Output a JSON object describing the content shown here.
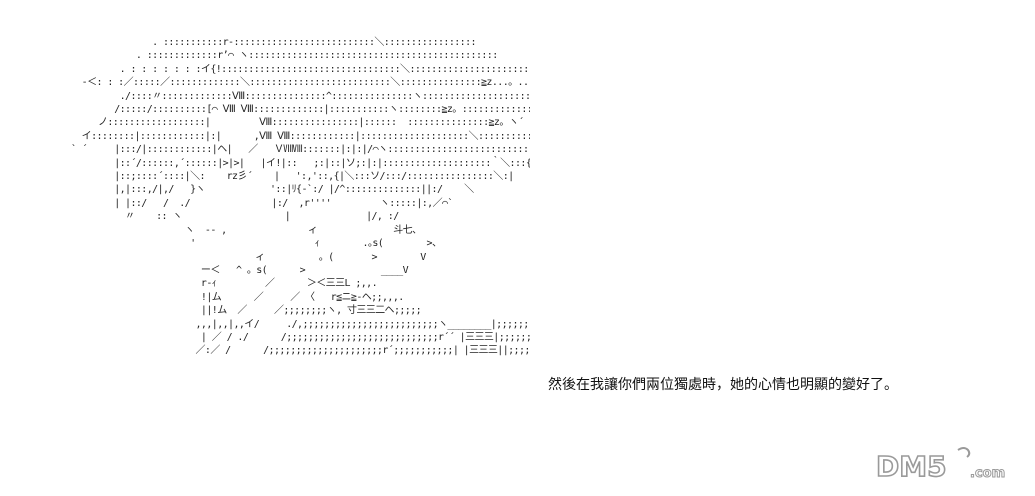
{
  "ascii_art": {
    "lines": [
      "                 . :::::::::::r‐::::::::::::::::::::::::::＼:::::::::::::::::",
      "              . :::::::::::::r’⌒ ヽ::::::::::::::::::::::::::::::::::::::::::::::",
      "           . : : : : : : :イ{!:::::::::::::::::::::::::::::::::＼::::::::::::::::::::::::",
      "    -＜: : :／:::::／:::::::::::::＼::::::::::::::::::::::::::＼:::::::::::::::≧z...。.........",
      "           ./::::〃:::::::::::::Ⅷ:::::::::::::::^:::::::::::::::ヽ:::::::::::::::::::::::- ＝ニ二",
      "          /:::::/::::::::::[⌒ Ⅷ Ⅷ:::::::::::::|:::::::::::ヽ::::::::≧z。::::::::::::::::／",
      "       ノ::::::::::::::::::|         Ⅷ::::::::::::::::|::::::  :::::::::::::::≧z。ヽ´",
      "    イ::::::::|::::::::::::|:|      ,Ⅷ Ⅷ::::::::::::|::::::::::::::::::::＼::::::::::::::::::::乂,",
      "  ` ´     |:::/|::::::::::::|ヘ|   ／   ＶⅧⅧ:::::::|:|:|/⌒ヽ::::::::::::::::::::::::::::{＼|",
      "          |::´/::::::,´::::::|>|>|   |イ!|::   ;:|::|ソ;:|:|::::::::::::::::::::｀＼:::{",
      "          |::;::::´::::|＼:    rz彡´    |   ':,'::,{|＼:::ソ/:::/::::::::::::::::＼:|",
      "          |,|:::,/|,/   }ヽ            '::|ﾘ{-`:/ |/^::::::::::::::||:/    ＼",
      "          | |::/   /  ./               |:/  ,r''''         ヽ:::::|:,／⌒`",
      "            〃    :: ヽ                   |              |/, :/",
      "                       ヽ  -- ,               ィ              斗七、",
      "                        '                      ｨ        .｡s(        >、",
      "                                    ィ          。(       >        V",
      "                          ー＜   ^ 。s(      >              ____V",
      "                          r‐ｨ         ／      ＞＜三三L ;,,.",
      "                          !|ム      ／     ／ 〈   r≦ニ≧-ヘ;;,,,.",
      "                          ||!ム  ／     ／;;;;;;;;ヽ, 寸三三二ヘ;;;;;",
      "                         ,,,|,,|,,イ/     ./,;;;;;;;;;;;;;;;;;;;;;;;;;ヽ________|;;;;;;;;;;;",
      "                          | ／ / ./      /;;;;;;;;;;;;;;;;;;;;;;;;;;;;r´´ |三三三|;;;;;;;;;;",
      "                         ／:／ /      /;;;;;;;;;;;;;;;;;;;;;r´;;;;;;;;;;;| |三三三||;;;;;;;;;;"
    ]
  },
  "caption": {
    "text": "然後在我讓你們兩位獨處時，她的心情也明顯的變好了。"
  },
  "watermark": {
    "text": "DM5",
    "suffix": ".com",
    "color": "#9a9a9a"
  }
}
